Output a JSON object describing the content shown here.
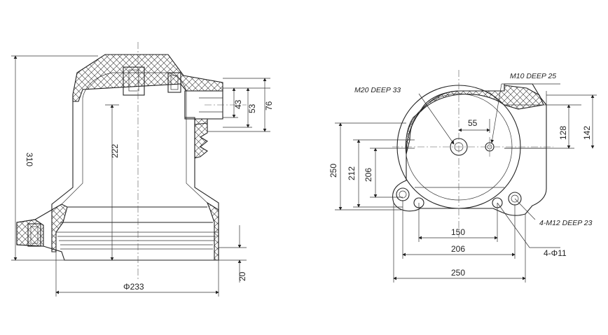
{
  "side_view": {
    "height_overall": "310",
    "height_inner": "222",
    "dim_43": "43",
    "dim_53": "53",
    "dim_76": "76",
    "dim_20": "20",
    "diameter": "Φ233"
  },
  "top_view": {
    "m20_label": "M20 DEEP 33",
    "m10_label": "M10 DEEP 25",
    "m12_label": "4-M12 DEEP 23",
    "holes_label": "4-Φ11",
    "dim_55": "55",
    "dim_128": "128",
    "dim_142": "142",
    "dim_250v": "250",
    "dim_212": "212",
    "dim_206v": "206",
    "dim_150": "150",
    "dim_206h": "206",
    "dim_250h": "250"
  }
}
